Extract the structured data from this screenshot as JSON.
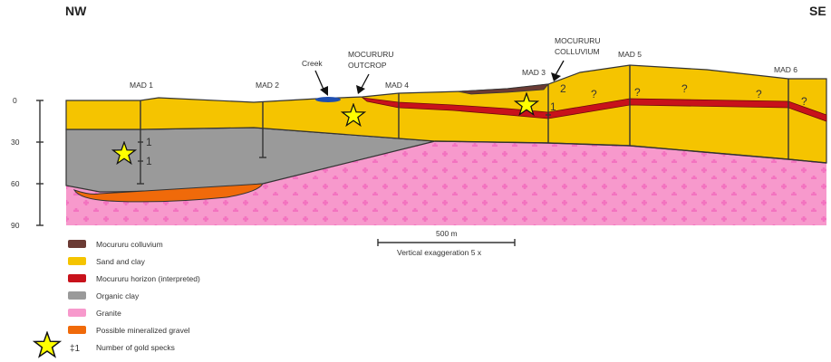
{
  "directions": {
    "left": "NW",
    "right": "SE"
  },
  "depth_axis": {
    "ticks": [
      "0",
      "30",
      "60",
      "90"
    ]
  },
  "wells": [
    "MAD 1",
    "MAD 2",
    "MAD 4",
    "MAD 3",
    "MAD 5",
    "MAD 6"
  ],
  "annotations": {
    "creek": "Creek",
    "outcrop": [
      "MOCURURU",
      "OUTCROP"
    ],
    "colluvium": [
      "MOCURURU",
      "COLLUVIUM"
    ],
    "gold_counts": [
      "1",
      "1",
      "1",
      "2"
    ],
    "unknown": "?"
  },
  "scale": {
    "distance": "500 m",
    "note": "Vertical exaggeration 5 x"
  },
  "legend": [
    {
      "label": "Mocururu colluvium",
      "color": "#6b3b34"
    },
    {
      "label": "Sand and clay",
      "color": "#f5c400"
    },
    {
      "label": "Mocururu horizon (interpreted)",
      "color": "#c8121b"
    },
    {
      "label": "Organic clay",
      "color": "#9a9a9a"
    },
    {
      "label": "Granite",
      "color": "#f799cc"
    },
    {
      "label": "Possible mineralized gravel",
      "color": "#f06a0a"
    }
  ],
  "legend_gold": {
    "symbol": "‡1",
    "label": "Number of gold specks"
  },
  "colors": {
    "star": "#ffff00",
    "creek": "#1f4fb0",
    "cross": "#f373c0"
  }
}
